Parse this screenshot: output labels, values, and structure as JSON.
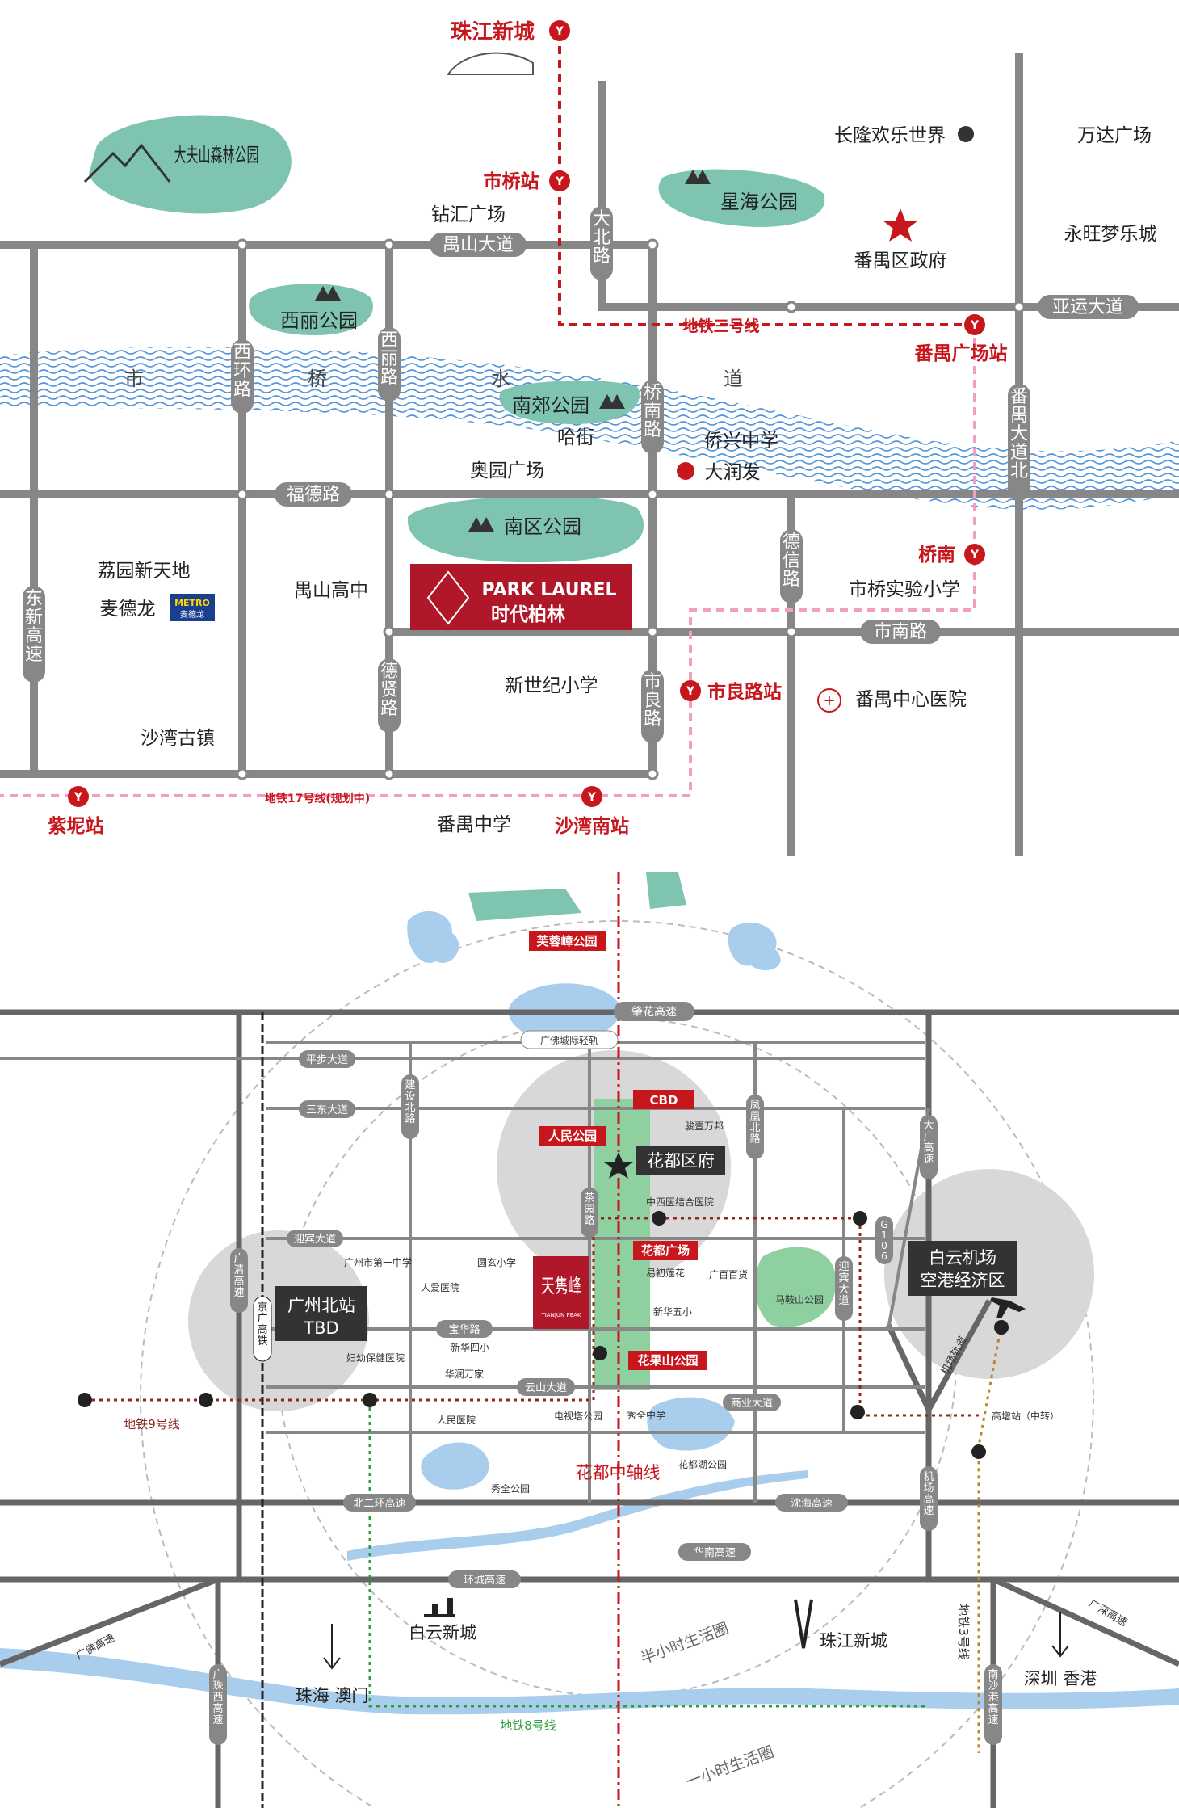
{
  "colors": {
    "road": "#878787",
    "road_dark": "#666666",
    "metro_red": "#c8161d",
    "metro_pink": "#f19ec2",
    "park_green": "#7fc4b0",
    "river_blue": "#4a8fd6",
    "river_light": "#a9cdec",
    "circle_gray": "#d8d8d8",
    "line9_brown": "#8b2b1e",
    "line8_green": "#2f9d3f",
    "line3_gold": "#b8862b",
    "axis_red": "#c8161d"
  },
  "map1": {
    "stations": {
      "zhujiang": "珠江新城",
      "shiqiao": "市桥站",
      "panyu_square": "番禺广场站",
      "qiaonan": "桥南",
      "shiliang": "市良路站",
      "ziniding": "紫坭站",
      "shawan_south": "沙湾南站"
    },
    "metro_line3": "地铁三号线",
    "metro_line17": "地铁17号线(规划中)",
    "roads": {
      "shishan": "禺山大道",
      "yayun": "亚运大道",
      "fude": "福德路",
      "shinan": "市南路",
      "dabei": "大北路",
      "xihuan": "西环路",
      "xili_road": "西丽路",
      "qiaonan_road": "桥南路",
      "dexin": "德信路",
      "dexian": "德贤路",
      "shiliang_road": "市良路",
      "dongxin": "东新高速",
      "panyu_north": "番禺大道北"
    },
    "river": [
      "市",
      "桥",
      "水",
      "道"
    ],
    "parks": {
      "dafushan": "大夫山森林公园",
      "xinghai": "星海公园",
      "xili": "西丽公园",
      "nanjiao": "南郊公园",
      "nanqu": "南区公园"
    },
    "pois": {
      "changlong": "长隆欢乐世界",
      "wanda": "万达广场",
      "yongwang": "永旺梦乐城",
      "gov": "番禺区政府",
      "zuanhui": "钻汇广场",
      "hajie": "哈街",
      "qiaoxing": "侨兴中学",
      "aoyuan": "奥园广场",
      "darunfa": "大润发",
      "lizhiwan": "荔园新天地",
      "metro_store": "麦德龙",
      "metro_logo_1": "METRO",
      "metro_logo_2": "麦德龙",
      "yushan_high": "禺山高中",
      "shiqiao_primary": "市桥实验小学",
      "xinshiji": "新世纪小学",
      "shawan_town": "沙湾古镇",
      "panyu_middle": "番禺中学",
      "hospital": "番禺中心医院"
    },
    "project": {
      "en": "PARK LAUREL",
      "cn": "时代柏林"
    }
  },
  "map2": {
    "parks": {
      "furongzhang": "芙蓉嶂公园",
      "renmin": "人民公园",
      "huaguoshan": "花果山公园",
      "mafengshan": "马鞍山公园",
      "xiuquan": "秀全公园",
      "huaduhu": "花都湖公园",
      "dianshita": "电视塔公园"
    },
    "roads": {
      "zhaohua": "肇花高速",
      "guangfo_light": "广佛城际轻轨",
      "pingbu": "平步大道",
      "sandong": "三东大道",
      "jianshe": "建设北路",
      "fengshan": "凤凰北路",
      "dashi": "大广高速",
      "g106": "G106",
      "yingbin": "迎宾大道",
      "yingbin_v": "迎宾大道",
      "guangqing": "广清高速",
      "jingguang": "京广高铁",
      "baohua": "宝华路",
      "yunshan": "云山大道",
      "shangye": "商业大道",
      "beierhuan": "北二环高速",
      "shenhai": "沈海高速",
      "huanan": "华南高速",
      "huancheng": "环城高速",
      "guangfo_hw": "广佛高速",
      "guangzhu_west": "广珠西高速",
      "guangshen": "广深高速",
      "nansha": "南沙港高速",
      "airport_hw": "机场高速",
      "airport_rail": "机场轨道",
      "chayuan": "茶园路"
    },
    "pois": {
      "cbd": "CBD",
      "gov": "花都区府",
      "jiuyuan": "骏壹万邦",
      "tcm": "中西医结合医院",
      "square": "花都广场",
      "yiyi": "易初莲花",
      "baihuo": "广百百货",
      "xinhua5": "新华五小",
      "xinhua4": "新华四小",
      "huarun": "华润万家",
      "hongxing": "广州市第一中学",
      "yuanxuan": "圆玄小学",
      "renai": "人爱医院",
      "fuyou": "妇幼保健医院",
      "renmin_hosp": "人民医院",
      "xiuquan_mid": "秀全中学",
      "gaozeng": "高增站（中转）"
    },
    "north_station": {
      "line1": "广州北站",
      "line2": "TBD"
    },
    "airport": {
      "line1": "白云机场",
      "line2": "空港经济区"
    },
    "project": {
      "title": "天隽峰",
      "sub": "TIANJUN PEAK"
    },
    "axis": "花都中轴线",
    "metro9": "地铁9号线",
    "metro8": "地铁8号线",
    "metro3": "地铁3号线",
    "ring_half": "半小时生活圈",
    "ring_one": "一小时生活圈",
    "baiyun": "白云新城",
    "zhujiang": "珠江新城",
    "zhuhai": "珠海 澳门",
    "shenzhen": "深圳 香港"
  }
}
